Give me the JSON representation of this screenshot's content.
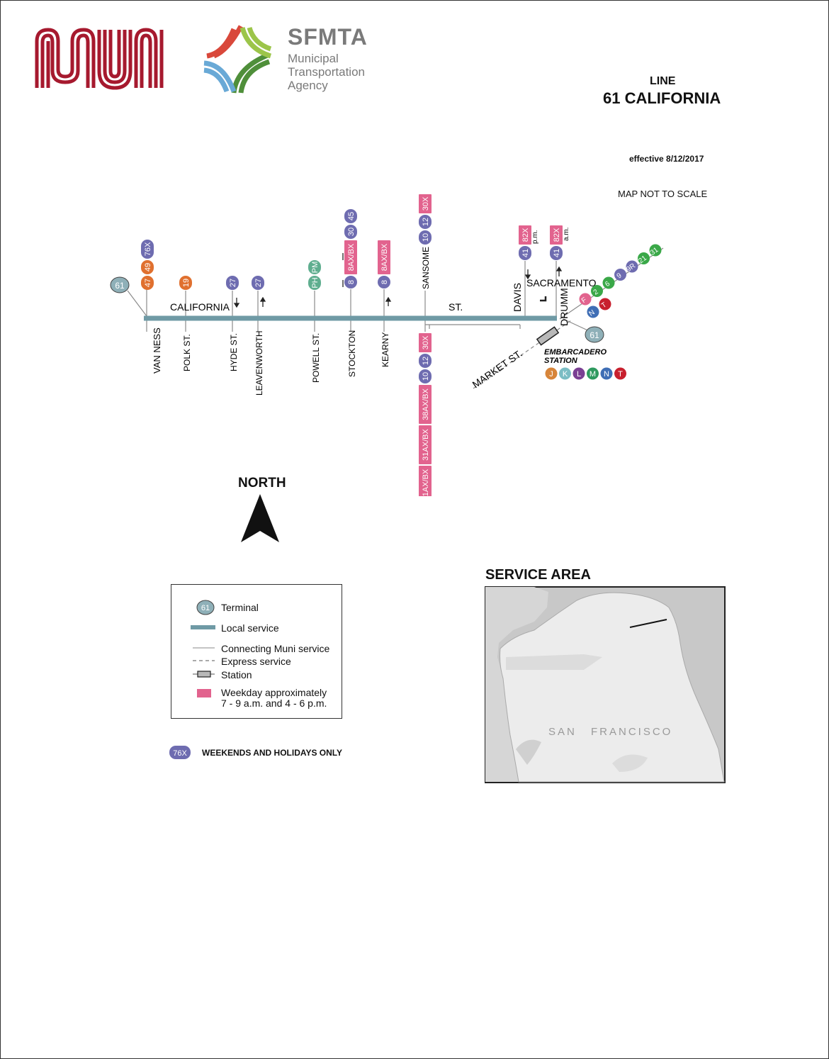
{
  "header": {
    "muni_logo_text": "MUNI",
    "agency_name": "SFMTA",
    "agency_sub": [
      "Municipal",
      "Transportation",
      "Agency"
    ],
    "line_label": "LINE",
    "line_title": "61 CALIFORNIA",
    "effective": "effective 8/12/2017",
    "not_to_scale": "MAP NOT TO SCALE"
  },
  "colors": {
    "local_service": "#6f9aa5",
    "route_purple": "#6e6cb0",
    "route_orange": "#e0702f",
    "route_green_pm": "#5fae8f",
    "route_pink": "#e2638e",
    "route_green": "#3aa848",
    "route_red": "#c8202e",
    "route_blue": "#3f6eb5",
    "muni_red": "#a6192e"
  },
  "map": {
    "street_main_left": "CALIFORNIA",
    "street_main_right": "ST.",
    "cross_streets": [
      "VAN NESS",
      "POLK ST.",
      "HYDE ST.",
      "LEAVENWORTH",
      "POWELL ST.",
      "STOCKTON",
      "KEARNY",
      "SANSOME",
      "DAVIS",
      "SACRAMENTO",
      "DRUMM",
      "MARKET ST."
    ],
    "station": {
      "name_line1": "EMBARCADERO",
      "name_line2": "STATION"
    },
    "terminal_labels": [
      "61",
      "61"
    ],
    "badges": {
      "vanness": [
        "76X",
        "49",
        "47"
      ],
      "polk": [
        "19"
      ],
      "hyde": [
        "27"
      ],
      "leavenworth": [
        "27"
      ],
      "powell": [
        "PM",
        "PH"
      ],
      "stockton": [
        "45",
        "30",
        "8AX/BX",
        "8"
      ],
      "kearny": [
        "8AX/BX",
        "8"
      ],
      "sansome_north": [
        "30X",
        "12",
        "10"
      ],
      "sansome_south": [
        "30X",
        "12",
        "10",
        "38AX/BX",
        "31AX/BX",
        "1AX/BX"
      ],
      "davis": [
        "82X",
        "41"
      ],
      "davis_note": "p.m.",
      "drumm": [
        "82X",
        "41"
      ],
      "drumm_note": "a.m.",
      "market_diag": [
        "F",
        "2",
        "6",
        "9",
        "9R",
        "21",
        "31"
      ],
      "market_nt": [
        "N",
        "T"
      ],
      "station_lines": [
        "J",
        "K",
        "L",
        "M",
        "N",
        "T"
      ]
    }
  },
  "north_label": "NORTH",
  "legend": {
    "terminal_badge": "61",
    "terminal": "Terminal",
    "local": "Local service",
    "connecting": "Connecting Muni service",
    "express": "Express service",
    "station": "Station",
    "weekday_line1": "Weekday approximately",
    "weekday_line2": "7 - 9 a.m. and 4 - 6 p.m."
  },
  "weekend_note": {
    "badge": "76X",
    "text": "WEEKENDS AND HOLIDAYS ONLY"
  },
  "service_area": {
    "title": "SERVICE AREA",
    "city_left": "SAN",
    "city_right": "FRANCISCO"
  }
}
